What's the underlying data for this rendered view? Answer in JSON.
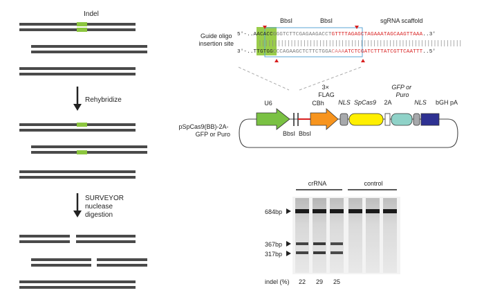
{
  "colors": {
    "strand": "#4a4a4a",
    "indel": "#8cc63f",
    "arrow": "#222222",
    "u6": "#7ac143",
    "cbh": "#f7941d",
    "nls": "#a7a9ac",
    "spcas9": "#ffef00",
    "marker": "#8fd2c8",
    "bgh": "#2e3192",
    "red": "#d81e1e",
    "blue_box": "#5aa6d6",
    "highlight": "#9acd4a",
    "gray_seq": "#777777"
  },
  "left_panel": {
    "indel_label": "Indel",
    "rehybridize_label": "Rehybridize",
    "surveyor_lines": [
      "SURVEYOR",
      "nuclease",
      "digestion"
    ]
  },
  "guide": {
    "label_lines": [
      "Guide oligo",
      "insertion site"
    ],
    "bbsi_1": "BbsI",
    "bbsi_2": "BbsI",
    "scaffold": "sgRNA scaffold",
    "top": {
      "prime_start": "5′-..",
      "green": "AA",
      "highlight": "CACC",
      "gray": "GGGTCTTCGAGAAGACCT",
      "red": "GTTTTAGAGCTAGAAATAGCAAGTTAAA",
      "prime_end": "..3′"
    },
    "bottom": {
      "prime_start": "3′-..",
      "green": "TTG",
      "highlight": "TGG",
      "gray": "CCCAGAAGCTCTTCTGGA",
      "red_light": "CAAA",
      "red": "ATCTCGATCTTTATCGTTCAATTT",
      "prime_end": "..5′"
    }
  },
  "plasmid": {
    "name_lines": [
      "pSpCas9(BB)-2A-",
      "GFP or Puro"
    ],
    "u6": "U6",
    "bbsi_left": "BbsI",
    "bbsi_right": "BbsI",
    "cbh": "CBh",
    "flag_lines": [
      "3×",
      "FLAG"
    ],
    "nls1": "NLS",
    "spcas9": "SpCas9",
    "t2a": "2A",
    "marker_lines": [
      "GFP or",
      "Puro"
    ],
    "nls2": "NLS",
    "bgh": "bGH pA"
  },
  "gel": {
    "group_crrna": "crRNA",
    "group_control": "control",
    "markers": [
      "684bp",
      "367bp",
      "317bp"
    ],
    "indel_label": "indel (%)",
    "indel_values": [
      "22",
      "29",
      "25"
    ]
  }
}
